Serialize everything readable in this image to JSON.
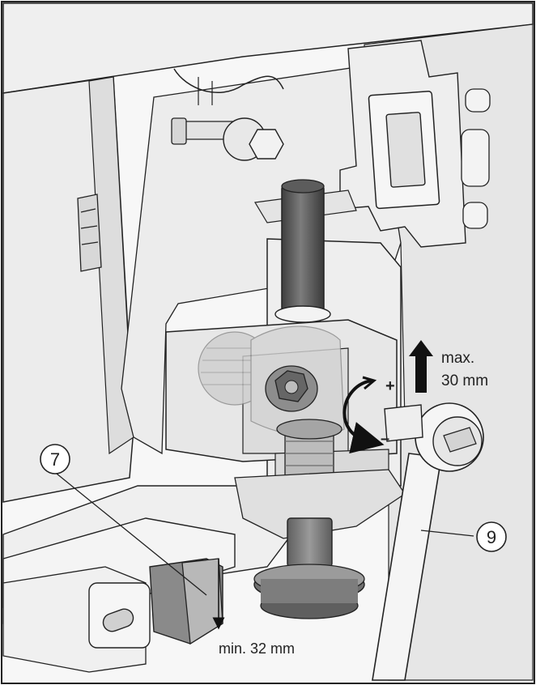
{
  "callouts": {
    "part_7": "7",
    "part_9": "9"
  },
  "annotations": {
    "max_line1": "max.",
    "max_line2": "30 mm",
    "min": "min. 32 mm",
    "plus": "+",
    "minus": "–"
  },
  "colors": {
    "line": "#1a1a1a",
    "wall": "#f2f2f2",
    "panel": "#e9e9e9",
    "shade": "#c9c9c9",
    "dark": "#555555",
    "foot": "#7a7a7a"
  }
}
